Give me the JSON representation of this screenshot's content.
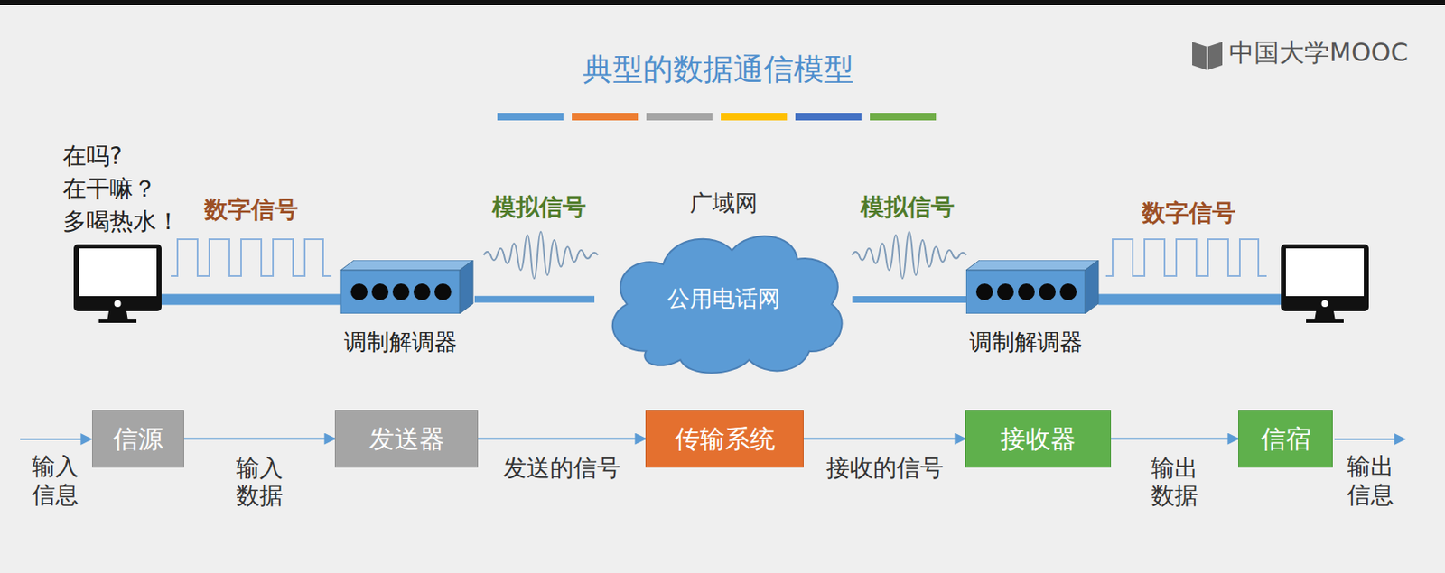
{
  "diagram": {
    "title": "典型的数据通信模型",
    "nodes": [
      {
        "text": [
          "调制解调器"
        ]
      },
      {
        "text": [
          "公用电话网"
        ]
      },
      {
        "text": [
          "调制解调器"
        ]
      },
      {
        "text": [
          "信源"
        ]
      },
      {
        "text": [
          "发送器"
        ]
      },
      {
        "text": [
          "传输系统"
        ]
      },
      {
        "text": [
          "接收器"
        ]
      },
      {
        "text": [
          "信宿"
        ]
      }
    ],
    "edges": [
      {
        "from": 0,
        "to": 1,
        "arrow": "none"
      },
      {
        "from": 1,
        "to": 2,
        "arrow": "none"
      },
      {
        "from": 3,
        "to": 4,
        "arrow": "to",
        "label": "输入 数据"
      },
      {
        "from": 4,
        "to": 5,
        "arrow": "to",
        "label": "发送的信号"
      },
      {
        "from": 5,
        "to": 6,
        "arrow": "to",
        "label": "接收的信号"
      },
      {
        "from": 6,
        "to": 7,
        "arrow": "to",
        "label": "输出 数据"
      }
    ],
    "labels": [
      "中国大学MOOC",
      "在吗?",
      "在干嘛？",
      "多喝热水！",
      "数字信号",
      "模拟信号",
      "广域网",
      "模拟信号",
      "数字信号",
      "输入 信息",
      "输出 信息"
    ]
  }
}
